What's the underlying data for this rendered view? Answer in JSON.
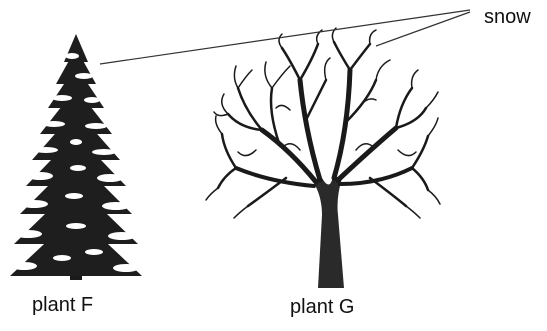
{
  "labels": {
    "snow": "snow",
    "plant_f": "plant F",
    "plant_g": "plant G"
  },
  "figures": [
    {
      "name": "plant-f",
      "kind": "conifer tree with snow-covered branches"
    },
    {
      "name": "plant-g",
      "kind": "deciduous tree with bare branches"
    }
  ],
  "colors": {
    "ink": "#111111",
    "snow": "#ffffff",
    "background": "#ffffff"
  }
}
